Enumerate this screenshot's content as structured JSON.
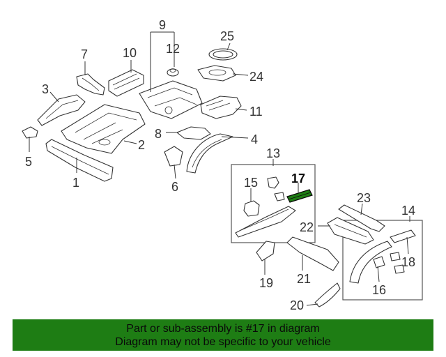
{
  "callouts": {
    "c1": "1",
    "c2": "2",
    "c3": "3",
    "c4": "4",
    "c5": "5",
    "c6": "6",
    "c7": "7",
    "c8": "8",
    "c9": "9",
    "c10": "10",
    "c11": "11",
    "c12": "12",
    "c13": "13",
    "c14": "14",
    "c15": "15",
    "c16": "16",
    "c17": "17",
    "c18": "18",
    "c19": "19",
    "c20": "20",
    "c21": "21",
    "c22": "22",
    "c23": "23",
    "c24": "24",
    "c25": "25"
  },
  "highlighted_part": "17",
  "highlight_color": "#1e7d14",
  "banner_color": "#1e7d14",
  "banner": {
    "line1": "Part or sub-assembly is #17 in diagram",
    "line2": "Diagram may not be specific to your vehicle"
  }
}
